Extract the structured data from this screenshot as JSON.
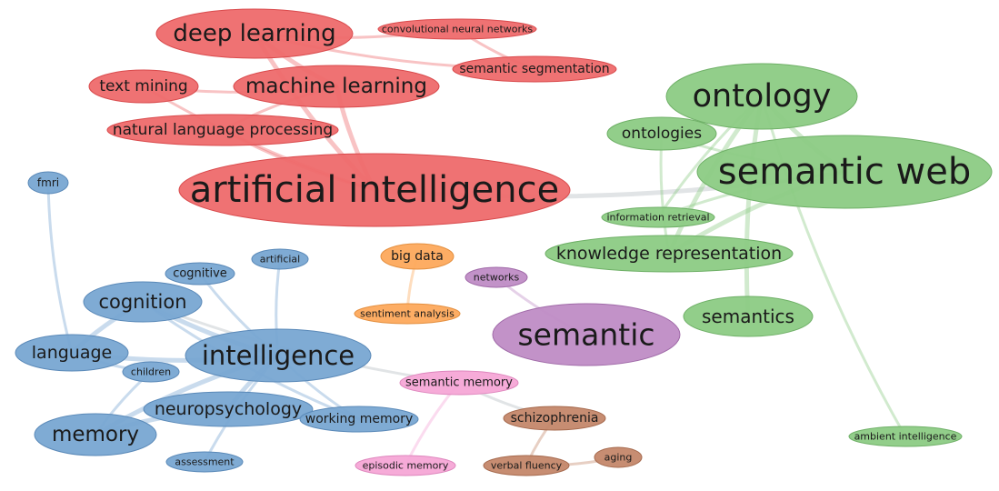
{
  "clusters": {
    "ai": {
      "fill": "#ee6a6c",
      "stroke": "#d94a4c"
    },
    "web": {
      "fill": "#8ccb84",
      "stroke": "#6fb067"
    },
    "neuro": {
      "fill": "#78a6d2",
      "stroke": "#5a89b8"
    },
    "data": {
      "fill": "#fda95c",
      "stroke": "#e48f3f"
    },
    "sem": {
      "fill": "#bf8cc5",
      "stroke": "#a06aa8"
    },
    "mem": {
      "fill": "#f6a6d6",
      "stroke": "#de86bd"
    },
    "clin": {
      "fill": "#c4876a",
      "stroke": "#a66a4e"
    }
  },
  "nodes": [
    {
      "id": "deep-learning",
      "label": "deep learning",
      "cluster": "ai"
    },
    {
      "id": "convolutional-neural-networks",
      "label": "convolutional neural networks",
      "cluster": "ai"
    },
    {
      "id": "semantic-segmentation",
      "label": "semantic segmentation",
      "cluster": "ai"
    },
    {
      "id": "text-mining",
      "label": "text mining",
      "cluster": "ai"
    },
    {
      "id": "machine-learning",
      "label": "machine learning",
      "cluster": "ai"
    },
    {
      "id": "natural-language-processing",
      "label": "natural language processing",
      "cluster": "ai"
    },
    {
      "id": "artificial-intelligence",
      "label": "artificial intelligence",
      "cluster": "ai"
    },
    {
      "id": "ontology",
      "label": "ontology",
      "cluster": "web"
    },
    {
      "id": "ontologies",
      "label": "ontologies",
      "cluster": "web"
    },
    {
      "id": "semantic-web",
      "label": "semantic web",
      "cluster": "web"
    },
    {
      "id": "information-retrieval",
      "label": "information retrieval",
      "cluster": "web"
    },
    {
      "id": "knowledge-representation",
      "label": "knowledge representation",
      "cluster": "web"
    },
    {
      "id": "semantics",
      "label": "semantics",
      "cluster": "web"
    },
    {
      "id": "ambient-intelligence",
      "label": "ambient intelligence",
      "cluster": "web"
    },
    {
      "id": "fmri",
      "label": "fmri",
      "cluster": "neuro"
    },
    {
      "id": "cognitive",
      "label": "cognitive",
      "cluster": "neuro"
    },
    {
      "id": "artificial",
      "label": "artificial",
      "cluster": "neuro"
    },
    {
      "id": "cognition",
      "label": "cognition",
      "cluster": "neuro"
    },
    {
      "id": "language",
      "label": "language",
      "cluster": "neuro"
    },
    {
      "id": "intelligence",
      "label": "intelligence",
      "cluster": "neuro"
    },
    {
      "id": "children",
      "label": "children",
      "cluster": "neuro"
    },
    {
      "id": "neuropsychology",
      "label": "neuropsychology",
      "cluster": "neuro"
    },
    {
      "id": "memory",
      "label": "memory",
      "cluster": "neuro"
    },
    {
      "id": "working-memory",
      "label": "working memory",
      "cluster": "neuro"
    },
    {
      "id": "assessment",
      "label": "assessment",
      "cluster": "neuro"
    },
    {
      "id": "big-data",
      "label": "big data",
      "cluster": "data"
    },
    {
      "id": "sentiment-analysis",
      "label": "sentiment analysis",
      "cluster": "data"
    },
    {
      "id": "networks",
      "label": "networks",
      "cluster": "sem"
    },
    {
      "id": "semantic",
      "label": "semantic",
      "cluster": "sem"
    },
    {
      "id": "semantic-memory",
      "label": "semantic memory",
      "cluster": "mem"
    },
    {
      "id": "episodic-memory",
      "label": "episodic memory",
      "cluster": "mem"
    },
    {
      "id": "schizophrenia",
      "label": "schizophrenia",
      "cluster": "clin"
    },
    {
      "id": "verbal-fluency",
      "label": "verbal fluency",
      "cluster": "clin"
    },
    {
      "id": "aging",
      "label": "aging",
      "cluster": "clin"
    }
  ],
  "edges": [
    [
      "deep-learning",
      "convolutional-neural-networks",
      "ai"
    ],
    [
      "deep-learning",
      "semantic-segmentation",
      "ai"
    ],
    [
      "deep-learning",
      "machine-learning",
      "ai"
    ],
    [
      "deep-learning",
      "artificial-intelligence",
      "ai"
    ],
    [
      "convolutional-neural-networks",
      "semantic-segmentation",
      "ai"
    ],
    [
      "text-mining",
      "machine-learning",
      "ai"
    ],
    [
      "text-mining",
      "artificial-intelligence",
      "ai"
    ],
    [
      "machine-learning",
      "artificial-intelligence",
      "ai"
    ],
    [
      "machine-learning",
      "natural-language-processing",
      "ai"
    ],
    [
      "natural-language-processing",
      "artificial-intelligence",
      "ai"
    ],
    [
      "artificial-intelligence",
      "semantic-web",
      "neutral"
    ],
    [
      "ontology",
      "semantic-web",
      "web"
    ],
    [
      "ontology",
      "knowledge-representation",
      "web"
    ],
    [
      "ontology",
      "information-retrieval",
      "web"
    ],
    [
      "ontology",
      "semantics",
      "web"
    ],
    [
      "ontology",
      "ambient-intelligence",
      "web"
    ],
    [
      "ontologies",
      "knowledge-representation",
      "web"
    ],
    [
      "ontologies",
      "semantic-web",
      "web"
    ],
    [
      "semantic-web",
      "knowledge-representation",
      "web"
    ],
    [
      "semantic-web",
      "information-retrieval",
      "web"
    ],
    [
      "fmri",
      "language",
      "neuro"
    ],
    [
      "cognitive",
      "intelligence",
      "neuro"
    ],
    [
      "artificial",
      "intelligence",
      "neuro"
    ],
    [
      "cognition",
      "language",
      "neuro"
    ],
    [
      "cognition",
      "intelligence",
      "neuro"
    ],
    [
      "cognition",
      "working-memory",
      "neuro"
    ],
    [
      "cognition",
      "semantic-memory",
      "neutral"
    ],
    [
      "language",
      "intelligence",
      "neuro"
    ],
    [
      "language",
      "children",
      "neuro"
    ],
    [
      "intelligence",
      "neuropsychology",
      "neuro"
    ],
    [
      "intelligence",
      "working-memory",
      "neuro"
    ],
    [
      "intelligence",
      "memory",
      "neuro"
    ],
    [
      "intelligence",
      "assessment",
      "neuro"
    ],
    [
      "children",
      "memory",
      "neuro"
    ],
    [
      "neuropsychology",
      "memory",
      "neuro"
    ],
    [
      "big-data",
      "sentiment-analysis",
      "data"
    ],
    [
      "networks",
      "semantic",
      "sem"
    ],
    [
      "semantic-memory",
      "episodic-memory",
      "mem"
    ],
    [
      "semantic-memory",
      "schizophrenia",
      "neutral"
    ],
    [
      "schizophrenia",
      "verbal-fluency",
      "clin"
    ],
    [
      "verbal-fluency",
      "aging",
      "clin"
    ]
  ]
}
